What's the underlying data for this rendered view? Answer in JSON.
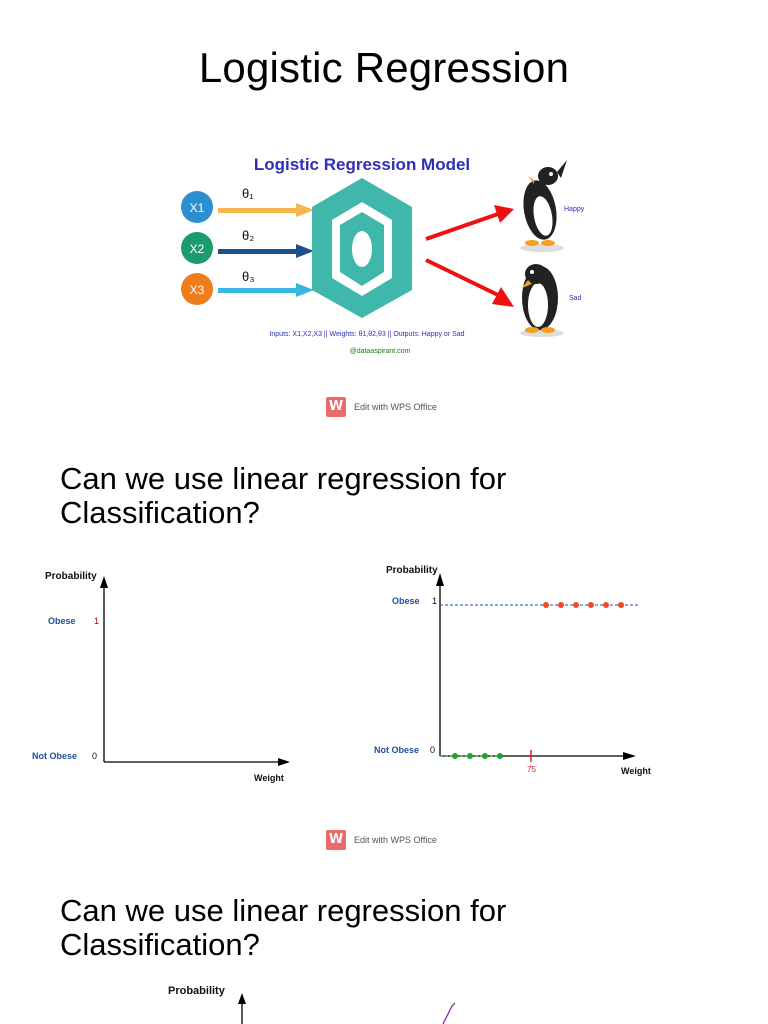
{
  "slide1": {
    "title": "Logistic Regression",
    "model_title": "Logistic Regression Model",
    "inputs": [
      "X1",
      "X2",
      "X3"
    ],
    "weights": [
      "θ₁",
      "θ₂",
      "θ₃"
    ],
    "outputs": [
      "Happy",
      "Sad"
    ],
    "caption": "Inputs: X1,X2,X3 || Weights: θ1,θ2,θ3 || Outputs: Happy or Sad",
    "credit": "@dataaspirant.com",
    "colors": {
      "x1": "#2e8fd0",
      "x2": "#1a9c6e",
      "x3": "#f07d1c",
      "hex": "#3fb7aa",
      "arrow_out": "#ee1111",
      "model_title": "#2e2fb8"
    }
  },
  "wps_label": "Edit with WPS Office",
  "slide2": {
    "heading": "Can we use linear regression for Classification?",
    "chart_left": {
      "ylabel": "Probability",
      "xlabel": "Weight",
      "ytick_high_label": "Obese",
      "ytick_high_value": "1",
      "ytick_low_label": "Not Obese",
      "ytick_low_value": "0"
    },
    "chart_right": {
      "ylabel": "Probability",
      "xlabel": "Weight",
      "ytick_high_label": "Obese",
      "ytick_high_value": "1",
      "ytick_low_label": "Not Obese",
      "ytick_low_value": "0",
      "threshold_label": "75"
    }
  },
  "slide3": {
    "heading": "Can we use linear regression for Classification?",
    "ylabel": "Probability"
  },
  "chart_data": [
    {
      "type": "scatter",
      "title": "",
      "xlabel": "Weight",
      "ylabel": "Probability",
      "yticks": [
        "Not Obese 0",
        "Obese 1"
      ],
      "series": []
    },
    {
      "type": "scatter",
      "title": "",
      "xlabel": "Weight",
      "ylabel": "Probability",
      "yticks": [
        "Not Obese 0",
        "Obese 1"
      ],
      "threshold_x": 75,
      "series": [
        {
          "color": "#1aa52a",
          "y": 0,
          "count": 4
        },
        {
          "color": "#f04a24",
          "y": 1,
          "count": 6
        }
      ]
    }
  ]
}
